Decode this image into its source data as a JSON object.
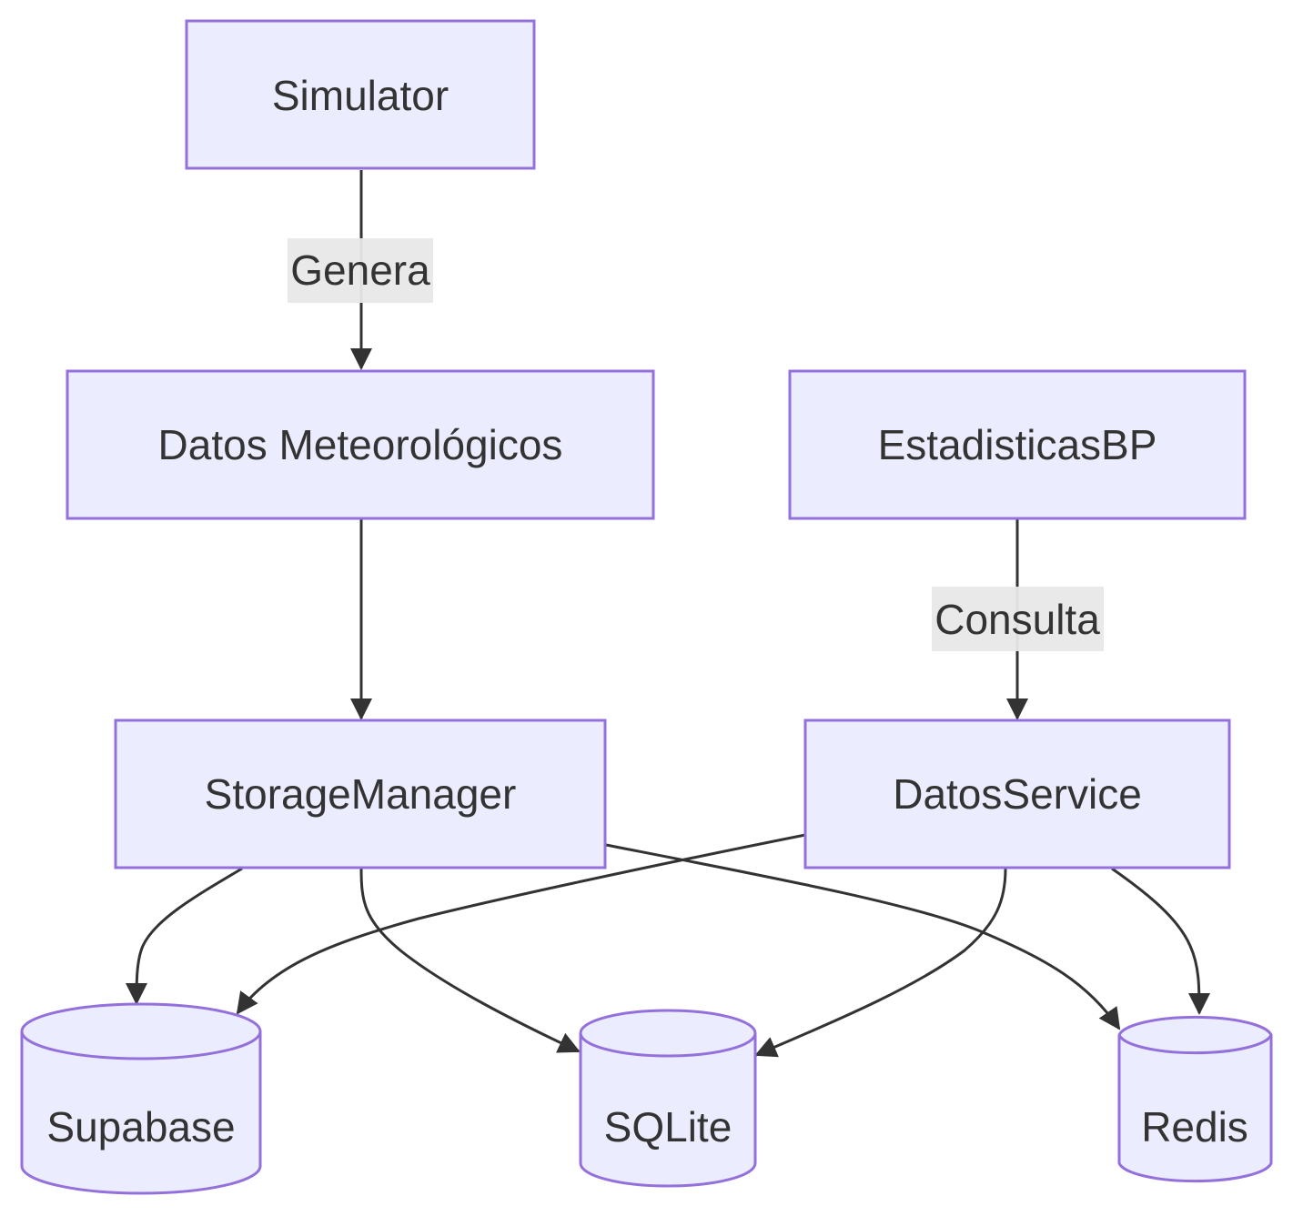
{
  "nodes": {
    "simulator": "Simulator",
    "datos_meteorologicos": "Datos Meteorológicos",
    "estadisticas_bp": "EstadisticasBP",
    "storage_manager": "StorageManager",
    "datos_service": "DatosService",
    "supabase": "Supabase",
    "sqlite": "SQLite",
    "redis": "Redis"
  },
  "edges": [
    {
      "from": "simulator",
      "to": "datos_meteorologicos",
      "label": "Genera"
    },
    {
      "from": "datos_meteorologicos",
      "to": "storage_manager",
      "label": ""
    },
    {
      "from": "estadisticas_bp",
      "to": "datos_service",
      "label": "Consulta"
    },
    {
      "from": "storage_manager",
      "to": "supabase",
      "label": ""
    },
    {
      "from": "storage_manager",
      "to": "sqlite",
      "label": ""
    },
    {
      "from": "storage_manager",
      "to": "redis",
      "label": ""
    },
    {
      "from": "datos_service",
      "to": "supabase",
      "label": ""
    },
    {
      "from": "datos_service",
      "to": "sqlite",
      "label": ""
    },
    {
      "from": "datos_service",
      "to": "redis",
      "label": ""
    }
  ],
  "colors": {
    "node_fill": "#ECECFF",
    "node_stroke": "#9370DB",
    "text": "#333333",
    "edge": "#333333",
    "label_bg": "#e8e8e8"
  }
}
